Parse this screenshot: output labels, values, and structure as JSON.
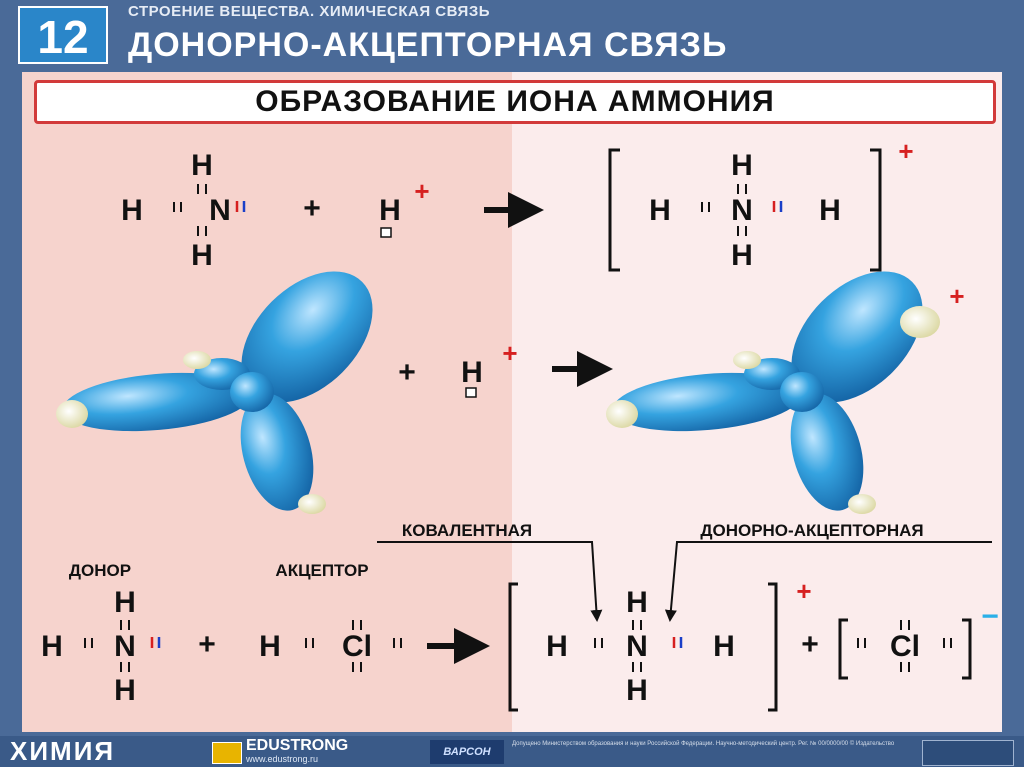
{
  "header": {
    "number": "12",
    "subtitle": "СТРОЕНИЕ ВЕЩЕСТВА. ХИМИЧЕСКАЯ СВЯЗЬ",
    "title": "ДОНОРНО-АКЦЕПТОРНАЯ СВЯЗЬ"
  },
  "banner": "ОБРАЗОВАНИЕ ИОНА АММОНИЯ",
  "symbols": {
    "H": "H",
    "N": "N",
    "Cl": "Cl",
    "plus": "+",
    "minus": "−"
  },
  "labels": {
    "donor": "ДОНОР",
    "acceptor": "АКЦЕПТОР",
    "covalent": "КОВАЛЕНТНАЯ",
    "donor_acceptor": "ДОНОРНО-АКЦЕПТОРНАЯ"
  },
  "footer": {
    "brand": "ХИМИЯ",
    "site": "EDUSTRONG",
    "url": "www.edustrong.ru",
    "publisher": "ВАРСОН",
    "credits": "Допущено Министерством образования и науки Российской Федерации. Научно-методический центр. Рег. № 00/0000/00 © Издательство"
  },
  "colors": {
    "orbital": "#2f9ad9",
    "hydrogen_lobe": "#f4f2c4",
    "red": "#d62020",
    "blue": "#1a3fc8",
    "minus": "#2ab0e8"
  }
}
